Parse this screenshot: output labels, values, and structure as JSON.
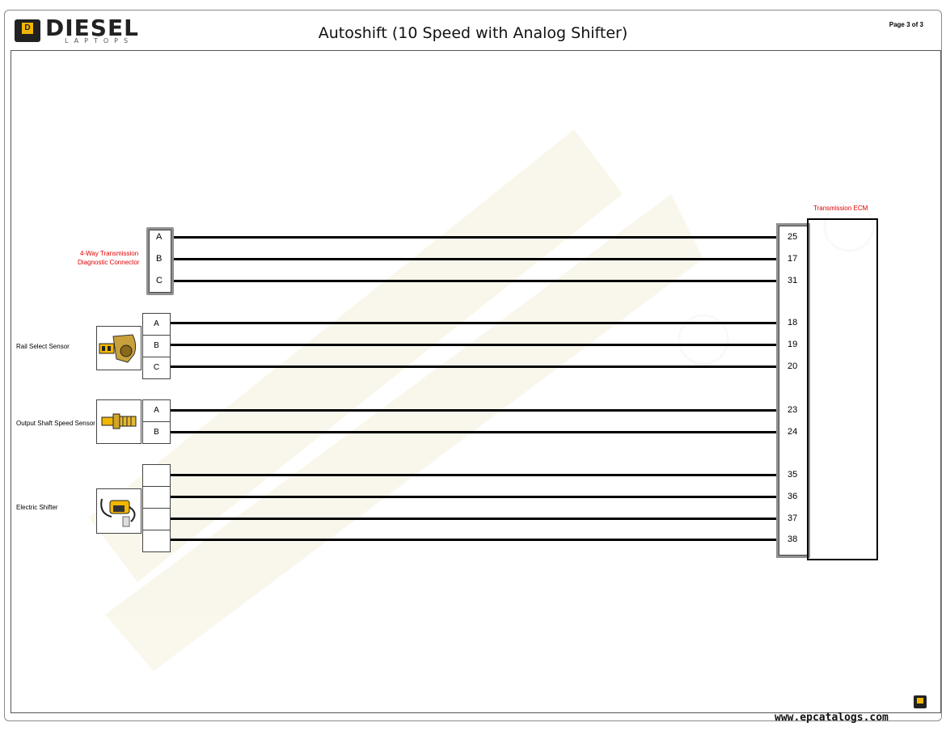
{
  "header": {
    "logo_text": "DIESEL",
    "logo_sub": "LAPTOPS",
    "title": "Autoshift (10 Speed with Analog Shifter)",
    "page": "Page 3 of 3"
  },
  "footer": {
    "site": "www.epcatalogs.com"
  },
  "ecm": {
    "label": "Transmission ECM",
    "pins": [
      "25",
      "17",
      "31",
      "18",
      "19",
      "20",
      "23",
      "24",
      "35",
      "36",
      "37",
      "38"
    ]
  },
  "components": {
    "diag_connector": {
      "label_line1": "4-Way Transmission",
      "label_line2": "Diagnostic Connector",
      "pins": [
        "A",
        "B",
        "C"
      ]
    },
    "rail_select": {
      "label": "Rail Select Sensor",
      "pins": [
        "A",
        "B",
        "C"
      ]
    },
    "output_shaft": {
      "label": "Output Shaft Speed Sensor",
      "pins": [
        "A",
        "B"
      ]
    },
    "electric_shifter": {
      "label": "Electric Shifter",
      "pins": [
        "",
        "",
        "",
        ""
      ]
    }
  },
  "colors": {
    "wire": "#000000",
    "label_red": "#e00000",
    "brand_yellow": "#f2b705"
  }
}
